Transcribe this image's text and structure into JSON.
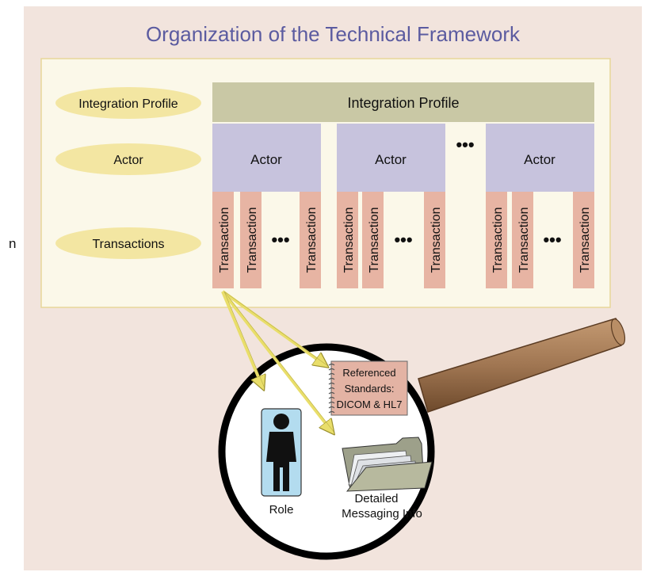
{
  "title": "Organization of the Technical Framework",
  "row_labels": {
    "integration_profile": "Integration Profile",
    "actor": "Actor",
    "transactions": "Transactions"
  },
  "profile_box_label": "Integration Profile",
  "actor_label": "Actor",
  "transaction_label": "Transaction",
  "ellipsis": "•••",
  "edge_fragment": "n",
  "magnifier": {
    "standards_lines": [
      "Referenced",
      "Standards:",
      "DICOM & HL7"
    ],
    "role_label": "Role",
    "messaging_lines": [
      "Detailed",
      "Messaging Info"
    ]
  },
  "colors": {
    "background_panel": "#f2e4dd",
    "inner_panel": "#fbf8e9",
    "profile_bar": "#c9c8a5",
    "actor_box": "#c7c3dd",
    "transaction_box": "#e7b4a3",
    "oval": "#f3e6a2",
    "arrow": "#e9de6a",
    "handle": "#a07652"
  }
}
